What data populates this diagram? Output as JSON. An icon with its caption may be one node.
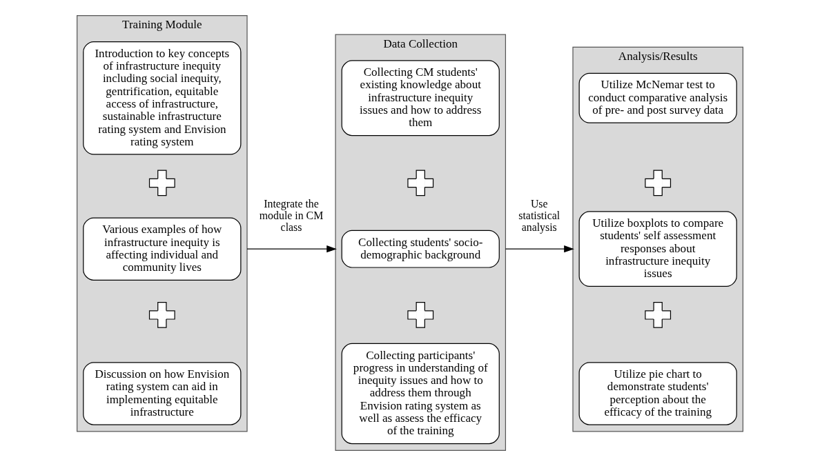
{
  "diagram": {
    "nodes": [
      {
        "text": [
          "Training Module"
        ]
      },
      {
        "text": [
          "Introduction to key concepts of infrastructure inequity including social inequity, gentrification, equitable access of infrastructure, sustainable infrastructure rating system and Envision rating system"
        ],
        "in": 0
      },
      {
        "text": [],
        "shape": "plus",
        "in": 0
      },
      {
        "text": [
          "Various examples of how infrastructure inequity is affecting individual and community lives"
        ],
        "in": 0
      },
      {
        "text": [],
        "shape": "plus",
        "in": 0
      },
      {
        "text": [
          "Discussion on how Envision rating system can aid in implementing equitable infrastructure"
        ],
        "in": 0
      },
      {
        "text": [
          "Data Collection"
        ]
      },
      {
        "text": [
          "Collecting CM students' existing knowledge about infrastructure inequity issues and how to address them"
        ],
        "in": 6
      },
      {
        "text": [],
        "shape": "plus",
        "in": 6
      },
      {
        "text": [
          "Collecting students' socio-demographic background"
        ],
        "in": 6
      },
      {
        "text": [],
        "shape": "plus",
        "in": 6
      },
      {
        "text": [
          "Collecting participants' progress in understanding of inequity issues and how to address them through Envision rating system as well as assess the efficacy of the training"
        ],
        "in": 6
      },
      {
        "text": [
          "Analysis/Results"
        ]
      },
      {
        "text": [
          "Utilize McNemar test to conduct comparative analysis of pre- and post survey data"
        ],
        "in": 12
      },
      {
        "text": [],
        "shape": "plus",
        "in": 12
      },
      {
        "text": [
          "Utilize boxplots to compare students' self assessment responses about infrastructure inequity issues"
        ],
        "in": 12
      },
      {
        "text": [],
        "shape": "plus",
        "in": 12
      },
      {
        "text": [
          "Utilize pie chart to demonstrate students' perception about the efficacy of the training"
        ],
        "in": 12
      }
    ],
    "edges": [
      {
        "from": 0,
        "to": 6,
        "arrow": "to",
        "label": "Integrate the module in CM class"
      },
      {
        "from": 6,
        "to": 12,
        "arrow": "to",
        "label": "Use statistical analysis"
      }
    ]
  }
}
